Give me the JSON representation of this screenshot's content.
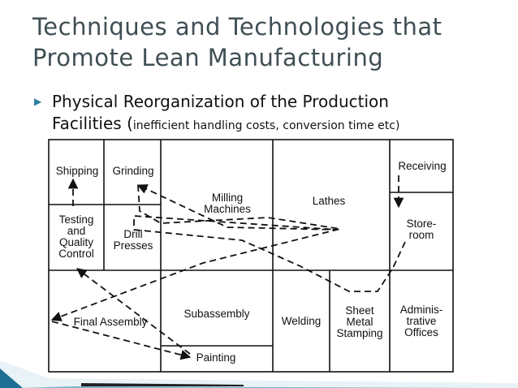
{
  "slide": {
    "title_line1": "Techniques and Technologies that",
    "title_line2": "Promote Lean Manufacturing",
    "bullet_line1": "Physical Reorganization of the Production",
    "bullet_line2_main": "Facilities (",
    "bullet_line2_small": "inefficient handling costs, conversion time etc)"
  },
  "diagram": {
    "departments": {
      "shipping": "Shipping",
      "grinding": "Grinding",
      "milling": [
        "Milling",
        "Machines"
      ],
      "lathes": "Lathes",
      "receiving": "Receiving",
      "testing": [
        "Testing",
        "and",
        "Quality",
        "Control"
      ],
      "drill": [
        "Drill",
        "Presses"
      ],
      "storeroom": [
        "Store-",
        "room"
      ],
      "final_assembly": "Final Assembly",
      "subassembly": "Subassembly",
      "welding": "Welding",
      "sheet_metal": [
        "Sheet",
        "Metal",
        "Stamping"
      ],
      "admin": [
        "Adminis-",
        "trative",
        "Offices"
      ],
      "painting": "Painting"
    }
  },
  "colors": {
    "title": "#3f4f53",
    "bullet": "#2a7fa0",
    "lines": "#111111",
    "accent_band": "#1e6f93"
  }
}
